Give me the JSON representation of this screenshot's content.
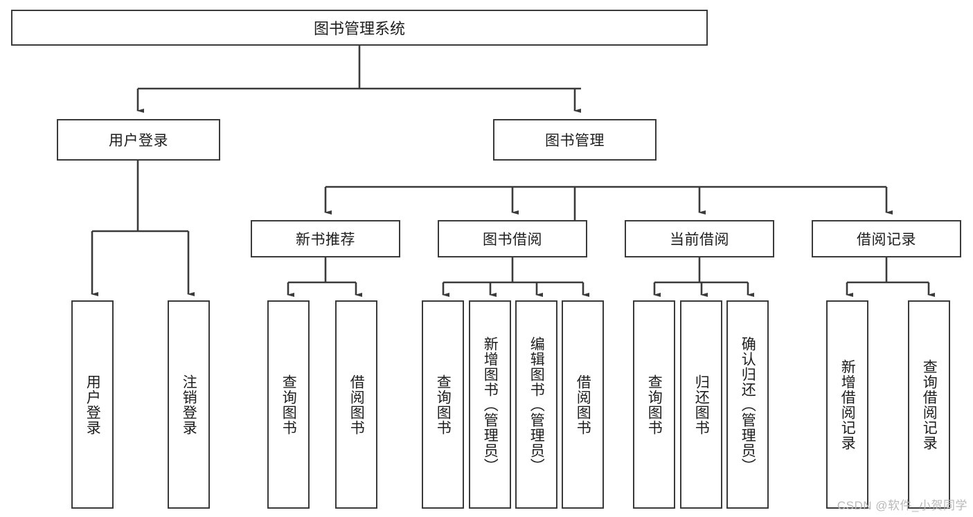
{
  "diagram": {
    "type": "tree",
    "title": "图书管理系统",
    "root": {
      "id": "root",
      "label": "图书管理系统"
    },
    "level1": [
      {
        "id": "user-login",
        "label": "用户登录"
      },
      {
        "id": "book-manage",
        "label": "图书管理"
      }
    ],
    "level2": [
      {
        "id": "new-book-recommend",
        "label": "新书推荐",
        "parent": "book-manage"
      },
      {
        "id": "book-borrow",
        "label": "图书借阅",
        "parent": "book-manage"
      },
      {
        "id": "current-borrow",
        "label": "当前借阅",
        "parent": "book-manage"
      },
      {
        "id": "borrow-record",
        "label": "借阅记录",
        "parent": "book-manage"
      }
    ],
    "leaves": {
      "user_login": [
        {
          "id": "leaf-user-login",
          "label": "用户登录"
        },
        {
          "id": "leaf-logout",
          "label": "注销登录"
        }
      ],
      "new_book_recommend": [
        {
          "id": "leaf-query-book-1",
          "label": "查询图书"
        },
        {
          "id": "leaf-borrow-book-1",
          "label": "借阅图书"
        }
      ],
      "book_borrow": [
        {
          "id": "leaf-query-book-2",
          "label": "查询图书"
        },
        {
          "id": "leaf-add-book",
          "label": "新增图书（管理员）"
        },
        {
          "id": "leaf-edit-book",
          "label": "编辑图书（管理员）"
        },
        {
          "id": "leaf-borrow-book-2",
          "label": "借阅图书"
        }
      ],
      "current_borrow": [
        {
          "id": "leaf-query-book-3",
          "label": "查询图书"
        },
        {
          "id": "leaf-return-book",
          "label": "归还图书"
        },
        {
          "id": "leaf-confirm-return",
          "label": "确认归还（管理员）"
        }
      ],
      "borrow_record": [
        {
          "id": "leaf-add-record",
          "label": "新增借阅记录"
        },
        {
          "id": "leaf-query-record",
          "label": "查询借阅记录"
        }
      ]
    },
    "colors": {
      "stroke": "#3a3a3a",
      "text": "#1d1d1d",
      "background": "#ffffff",
      "watermark": "#b9b9b9"
    }
  },
  "watermark": {
    "text": "CSDN @软件_小贺同学"
  }
}
